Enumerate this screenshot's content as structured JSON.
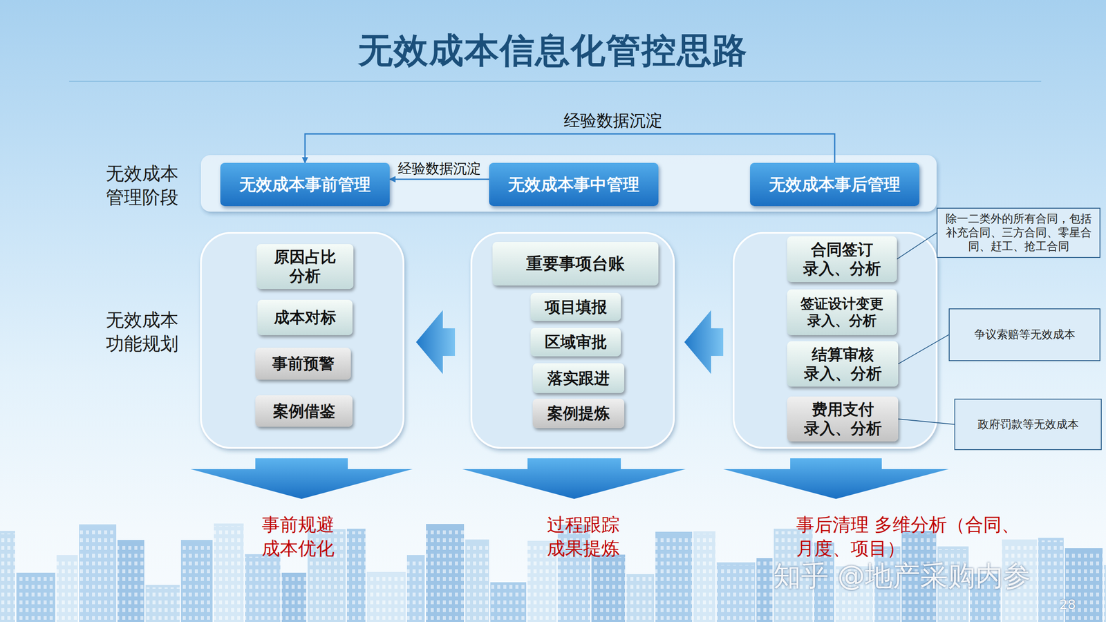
{
  "diagram": {
    "title": "无效成本信息化管控思路",
    "nodes": [
      {
        "text": [
          "无效成本事前管理"
        ]
      },
      {
        "text": [
          "无效成本事中管理"
        ]
      },
      {
        "text": [
          "无效成本事后管理"
        ]
      },
      {
        "text": [
          "原因占比 分析"
        ]
      },
      {
        "text": [
          "成本对标"
        ]
      },
      {
        "text": [
          "事前预警"
        ]
      },
      {
        "text": [
          "案例借鉴"
        ]
      },
      {
        "text": [
          "重要事项台账"
        ]
      },
      {
        "text": [
          "项目填报"
        ]
      },
      {
        "text": [
          "区域审批"
        ]
      },
      {
        "text": [
          "落实跟进"
        ]
      },
      {
        "text": [
          "案例提炼"
        ]
      },
      {
        "text": [
          "合同签订 录入、分析"
        ]
      },
      {
        "text": [
          "签证设计变更 录入、分析"
        ]
      },
      {
        "text": [
          "结算审核 录入、分析"
        ]
      },
      {
        "text": [
          "费用支付 录入、分析"
        ]
      },
      {
        "text": [
          "除一二类外的所有合同，包括补充合同、三方合同、零星合同、赶工、抢工合同"
        ]
      },
      {
        "text": [
          "争议索赔等无效成本"
        ]
      },
      {
        "text": [
          "政府罚款等无效成本"
        ]
      }
    ],
    "edges": [
      {
        "from": 1,
        "to": 0,
        "label": "经验数据沉淀",
        "arrow": "to"
      },
      {
        "from": 2,
        "to": 0,
        "label": "经验数据沉淀",
        "arrow": "to"
      },
      {
        "from": 16,
        "to": 12,
        "arrow": "none"
      },
      {
        "from": 17,
        "to": 14,
        "arrow": "none"
      },
      {
        "from": 18,
        "to": 15,
        "arrow": "none"
      }
    ],
    "labels": [
      "无效成本 管理阶段",
      "无效成本 功能规划",
      "事前规避 成本优化",
      "过程跟踪 成果提炼",
      "事后清理 多维分析（合同、月度、项目）",
      "知乎 @地产采购内参",
      "28"
    ]
  }
}
